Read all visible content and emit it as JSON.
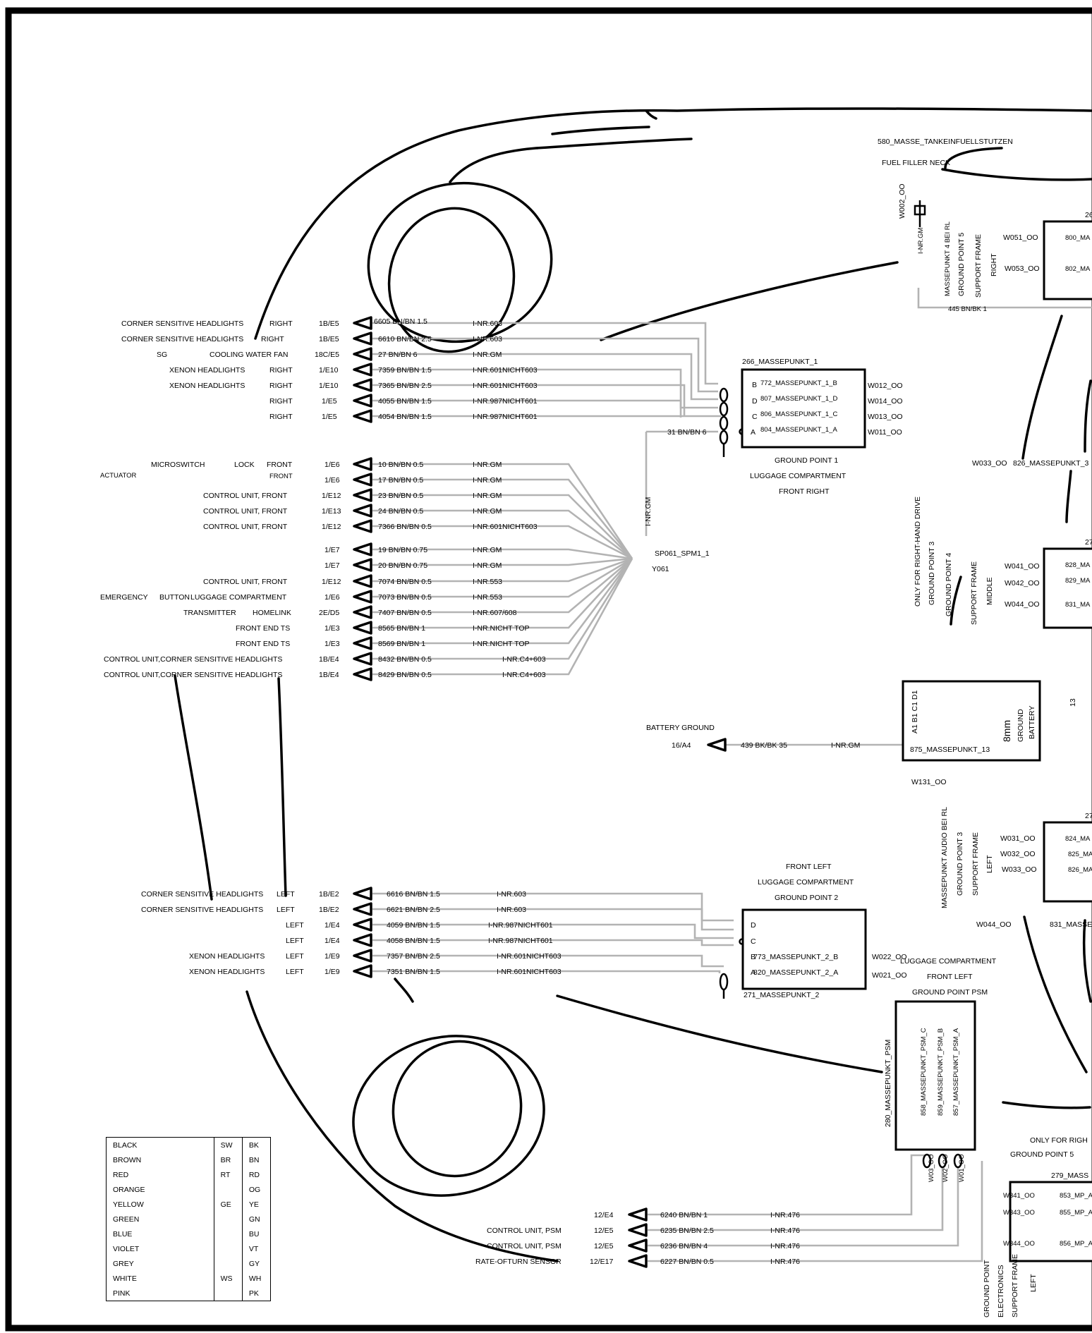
{
  "right_headlight_wires": [
    {
      "desc": "CORNER SENSITIVE HEADLIGHTS",
      "side": "RIGHT",
      "pin": "1B/E5",
      "wire": "6605 BN/BN 1.5",
      "inr": "I-NR.603"
    },
    {
      "desc": "CORNER SENSITIVE HEADLIGHTS",
      "side": "RIGHT",
      "pin": "1B/E5",
      "wire": "6610 BN/BN 2.5",
      "inr": "I-NR.603"
    },
    {
      "desc": "SG",
      "side": "COOLING WATER FAN",
      "pin": "18C/E5",
      "wire": "27 BN/BN 6",
      "inr": "I-NR.GM"
    },
    {
      "desc": "XENON HEADLIGHTS",
      "side": "RIGHT",
      "pin": "1/E10",
      "wire": "7359 BN/BN 1.5",
      "inr": "I-NR.601NICHT603"
    },
    {
      "desc": "XENON HEADLIGHTS",
      "side": "RIGHT",
      "pin": "1/E10",
      "wire": "7365 BN/BN 2.5",
      "inr": "I-NR.601NICHT603"
    },
    {
      "desc": "",
      "side": "RIGHT",
      "pin": "1/E5",
      "wire": "4055 BN/BN 1.5",
      "inr": "I-NR.987NICHT601"
    },
    {
      "desc": "",
      "side": "RIGHT",
      "pin": "1/E5",
      "wire": "4054 BN/BN 1.5",
      "inr": "I-NR.987NICHT601"
    }
  ],
  "front_wires": [
    {
      "label": "MICROSWITCH",
      "label2": "LOCK",
      "label3": "FRONT",
      "pin": "1/E6",
      "wire": "10 BN/BN 0.5",
      "inr": "I-NR.GM"
    },
    {
      "label": "ACTUATOR",
      "label2": "",
      "label3": "FRONT",
      "pin": "1/E6",
      "wire": "17 BN/BN 0.5",
      "inr": "I-NR.GM"
    },
    {
      "label": "CONTROL UNIT, FRONT",
      "label2": "",
      "label3": "",
      "pin": "1/E12",
      "wire": "23 BN/BN 0.5",
      "inr": "I-NR.GM"
    },
    {
      "label": "CONTROL UNIT, FRONT",
      "label2": "",
      "label3": "",
      "pin": "1/E13",
      "wire": "24 BN/BN 0.5",
      "inr": "I-NR.GM"
    },
    {
      "label": "CONTROL UNIT, FRONT",
      "label2": "",
      "label3": "",
      "pin": "1/E12",
      "wire": "7366 BN/BN 0.5",
      "inr": "I-NR.601NICHT603"
    },
    {
      "label": "",
      "label2": "",
      "label3": "",
      "pin": "1/E7",
      "wire": "19 BN/BN 0.75",
      "inr": "I-NR.GM"
    },
    {
      "label": "",
      "label2": "",
      "label3": "",
      "pin": "1/E7",
      "wire": "20 BN/BN 0.75",
      "inr": "I-NR.GM"
    },
    {
      "label": "CONTROL UNIT, FRONT",
      "label2": "",
      "label3": "",
      "pin": "1/E12",
      "wire": "7074 BN/BN 0.5",
      "inr": "I-NR.553"
    },
    {
      "label": "EMERGENCY",
      "label2": "BUTTON",
      "label3": "LUGGAGE COMPARTMENT",
      "pin": "1/E6",
      "wire": "7073 BN/BN 0.5",
      "inr": "I-NR.553"
    },
    {
      "label": "TRANSMITTER",
      "label2": "HOMELINK",
      "label3": "",
      "pin": "2E/D5",
      "wire": "7407 BN/BN 0.5",
      "inr": "I-NR.607/608"
    },
    {
      "label": "FRONT END TS",
      "label2": "",
      "label3": "",
      "pin": "1/E3",
      "wire": "8565 BN/BN 1",
      "inr": "I-NR.NICHT TOP"
    },
    {
      "label": "FRONT END TS",
      "label2": "",
      "label3": "",
      "pin": "1/E3",
      "wire": "8569 BN/BN 1",
      "inr": "I-NR.NICHT TOP"
    },
    {
      "label": "CONTROL UNIT,CORNER SENSITIVE HEADLIGHTS",
      "label2": "",
      "label3": "",
      "pin": "1B/E4",
      "wire": "8432 BN/BN 0.5",
      "inr": "I-NR.C4+603"
    },
    {
      "label": "CONTROL UNIT,CORNER SENSITIVE HEADLIGHTS",
      "label2": "",
      "label3": "",
      "pin": "1B/E4",
      "wire": "8429 BN/BN 0.5",
      "inr": "I-NR.C4+603"
    }
  ],
  "left_headlight_wires": [
    {
      "desc": "CORNER SENSITIVE HEADLIGHTS",
      "side": "LEFT",
      "pin": "1B/E2",
      "wire": "6616 BN/BN 1.5",
      "inr": "I-NR.603"
    },
    {
      "desc": "CORNER SENSITIVE HEADLIGHTS",
      "side": "LEFT",
      "pin": "1B/E2",
      "wire": "6621 BN/BN 2.5",
      "inr": "I-NR.603"
    },
    {
      "desc": "",
      "side": "LEFT",
      "pin": "1/E4",
      "wire": "4059 BN/BN 1.5",
      "inr": "I-NR.987NICHT601"
    },
    {
      "desc": "",
      "side": "LEFT",
      "pin": "1/E4",
      "wire": "4058 BN/BN 1.5",
      "inr": "I-NR.987NICHT601"
    },
    {
      "desc": "XENON HEADLIGHTS",
      "side": "LEFT",
      "pin": "1/E9",
      "wire": "7357 BN/BN 2.5",
      "inr": "I-NR.601NICHT603"
    },
    {
      "desc": "XENON HEADLIGHTS",
      "side": "LEFT",
      "pin": "1/E9",
      "wire": "7351 BN/BN 1.5",
      "inr": "I-NR.601NICHT603"
    }
  ],
  "psm_wires": [
    {
      "desc": "",
      "pin": "12/E4",
      "wire": "6240 BN/BN 1",
      "inr": "I-NR.476"
    },
    {
      "desc": "CONTROL UNIT, PSM",
      "pin": "12/E5",
      "wire": "6235 BN/BN 2.5",
      "inr": "I-NR.476"
    },
    {
      "desc": "CONTROL UNIT, PSM",
      "pin": "12/E5",
      "wire": "6236 BN/BN 4",
      "inr": "I-NR.476"
    },
    {
      "desc": "RATE-OFTURN SENSOR",
      "pin": "12/E17",
      "wire": "6227 BN/BN 0.5",
      "inr": "I-NR.476"
    }
  ],
  "mp1": {
    "title": "266_MASSEPUNKT_1",
    "letters": [
      "B",
      "D",
      "C",
      "A"
    ],
    "pins": [
      "772_MASSEPUNKT_1_B",
      "807_MASSEPUNKT_1_D",
      "806_MASSEPUNKT_1_C",
      "804_MASSEPUNKT_1_A"
    ],
    "outs": [
      "W012_OO",
      "W014_OO",
      "W013_OO",
      "W011_OO"
    ],
    "labels": [
      "GROUND POINT 1",
      "LUGGAGE COMPARTMENT",
      "FRONT RIGHT"
    ],
    "feed": "31 BN/BN 6"
  },
  "splice": {
    "inr": "I-NR.GM",
    "name": "SP061_SPM1_1",
    "id": "Y061"
  },
  "battery": {
    "label": "BATTERY GROUND",
    "pin": "16/A4",
    "wire": "439 BK/BK 35",
    "inr": "I-NR.GM",
    "pins": "A1  B1  C1  D1",
    "name": "875_MASSEPUNKT_13",
    "v1": "8mm",
    "v2": "GROUND",
    "v3": "BATTERY",
    "w": "W131_OO",
    "num": "13"
  },
  "mp2": {
    "labels": [
      "FRONT LEFT",
      "LUGGAGE COMPARTMENT",
      "GROUND POINT 2"
    ],
    "letters": [
      "D",
      "C",
      "B",
      "A"
    ],
    "pins": [
      "773_MASSEPUNKT_2_B",
      "820_MASSEPUNKT_2_A"
    ],
    "outs": [
      "W022_OO",
      "W021_OO"
    ],
    "title": "271_MASSEPUNKT_2"
  },
  "psm": {
    "labels": [
      "LUGGAGE COMPARTMENT",
      "FRONT LEFT",
      "GROUND POINT PSM"
    ],
    "title": "280_MASSEPUNKT_PSM",
    "pins": [
      "858_MASSEPUNKT_PSM_C",
      "859_MASSEPUNKT_PSM_B",
      "857_MASSEPUNKT_PSM_A"
    ],
    "ws": [
      "W03_OO",
      "W02_OO",
      "W01_OO"
    ]
  },
  "fuel": {
    "name": "580_MASSE_TANKEINFUELLSTUTZEN",
    "label": "FUEL FILLER NECK",
    "w": "W002_OO",
    "inr": "I-NR.GM",
    "wire": "445 BN/BK 1"
  },
  "gp5": {
    "v": [
      "MASSEPUNKT 4 BEI RL",
      "GROUND POINT 5",
      "SUPPORT FRAME",
      "RIGHT"
    ],
    "outs": [
      "W051_OO",
      "W053_OO"
    ],
    "pins": [
      "800_MA",
      "802_MA"
    ],
    "top": "26"
  },
  "gp4": {
    "v": [
      "ONLY FOR RIGHT-HAND DRIVE",
      "GROUND POINT 3",
      "GROUND POINT 4",
      "SUPPORT FRAME",
      "MIDDLE"
    ],
    "w033": "W033_OO",
    "m826": "826_MASSEPUNKT_3",
    "outs": [
      "W041_OO",
      "W042_OO",
      "W044_OO"
    ],
    "pins": [
      "828_MA",
      "829_MA",
      "831_MA"
    ],
    "top": "27"
  },
  "gp3": {
    "v": [
      "MASSEPUNKT AUDIO BEI RL",
      "GROUND POINT 3",
      "SUPPORT FRAME",
      "LEFT"
    ],
    "outs": [
      "W031_OO",
      "W032_OO",
      "W033_OO"
    ],
    "pins": [
      "824_MA",
      "825_MA",
      "826_MA"
    ],
    "top": "27",
    "w044": "W044_OO",
    "m831": "831_MASSE"
  },
  "gp5b": {
    "labels": [
      "ONLY FOR RIGH",
      "GROUND POINT 5"
    ],
    "title": "279_MASS",
    "outs": [
      "W341_OO",
      "W343_OO",
      "W344_OO"
    ],
    "pins": [
      "853_MP_A",
      "855_MP_A",
      "856_MP_A"
    ],
    "v": [
      "GROUND POINT",
      "ELECTRONICS",
      "SUPPORT FRAME",
      "LEFT"
    ]
  },
  "colors": [
    {
      "name": "BLACK",
      "de": "SW",
      "en": "BK"
    },
    {
      "name": "BROWN",
      "de": "BR",
      "en": "BN"
    },
    {
      "name": "RED",
      "de": "RT",
      "en": "RD"
    },
    {
      "name": "ORANGE",
      "de": "",
      "en": "OG"
    },
    {
      "name": "YELLOW",
      "de": "GE",
      "en": "YE"
    },
    {
      "name": "GREEN",
      "de": "",
      "en": "GN"
    },
    {
      "name": "BLUE",
      "de": "",
      "en": "BU"
    },
    {
      "name": "VIOLET",
      "de": "",
      "en": "VT"
    },
    {
      "name": "GREY",
      "de": "",
      "en": "GY"
    },
    {
      "name": "WHITE",
      "de": "WS",
      "en": "WH"
    },
    {
      "name": "PINK",
      "de": "",
      "en": "PK"
    }
  ]
}
